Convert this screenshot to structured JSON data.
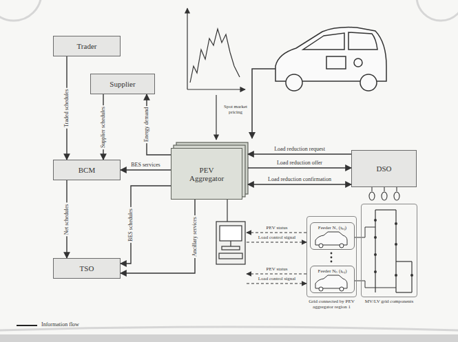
{
  "diagram": {
    "nodes": [
      {
        "text": [
          "Trader"
        ]
      },
      {
        "text": [
          "Supplier"
        ]
      },
      {
        "text": [
          "BCM"
        ]
      },
      {
        "text": [
          "PEV Aggregator"
        ]
      },
      {
        "text": [
          "DSO"
        ]
      },
      {
        "text": [
          "TSO"
        ]
      },
      {
        "text": [
          "Grid connected by PEV aggregator region 1"
        ]
      },
      {
        "text": [
          "Feeder N₁ (tₖ,ⱼ)"
        ],
        "in": 6
      },
      {
        "text": [
          "Feeder Nₙ (tₖ,ⱼ)"
        ],
        "in": 6
      },
      {
        "text": [
          "MV/LV grid components"
        ]
      }
    ],
    "edges": [
      {
        "from": 0,
        "to": 2,
        "arrow": "to",
        "label": "Traded schedules"
      },
      {
        "from": 1,
        "to": 2,
        "arrow": "to",
        "label": "Supplier schedules"
      },
      {
        "from": 3,
        "to": 1,
        "arrow": "to",
        "label": "Energy demand"
      },
      {
        "from": 3,
        "to": 2,
        "arrow": "to",
        "label": "BES services"
      },
      {
        "from": 2,
        "to": 5,
        "arrow": "to",
        "label": "Net schedules"
      },
      {
        "from": 3,
        "to": 5,
        "arrow": "to",
        "label": "BES schedules"
      },
      {
        "from": 3,
        "to": 5,
        "arrow": "to",
        "label": "Ancillary services"
      },
      {
        "from": 4,
        "to": 3,
        "arrow": "to",
        "label": "Load reduction request"
      },
      {
        "from": 3,
        "to": 4,
        "arrow": "to",
        "label": "Load reduction offer"
      },
      {
        "from": 3,
        "to": 4,
        "arrow": "both",
        "label": "Load reduction confirmation"
      }
    ],
    "labels": [
      "Spot market pricing",
      "PEV status",
      "Load control signal",
      "PEV status",
      "Load control signal"
    ],
    "legend": [
      {
        "text": "Information flow"
      }
    ]
  }
}
